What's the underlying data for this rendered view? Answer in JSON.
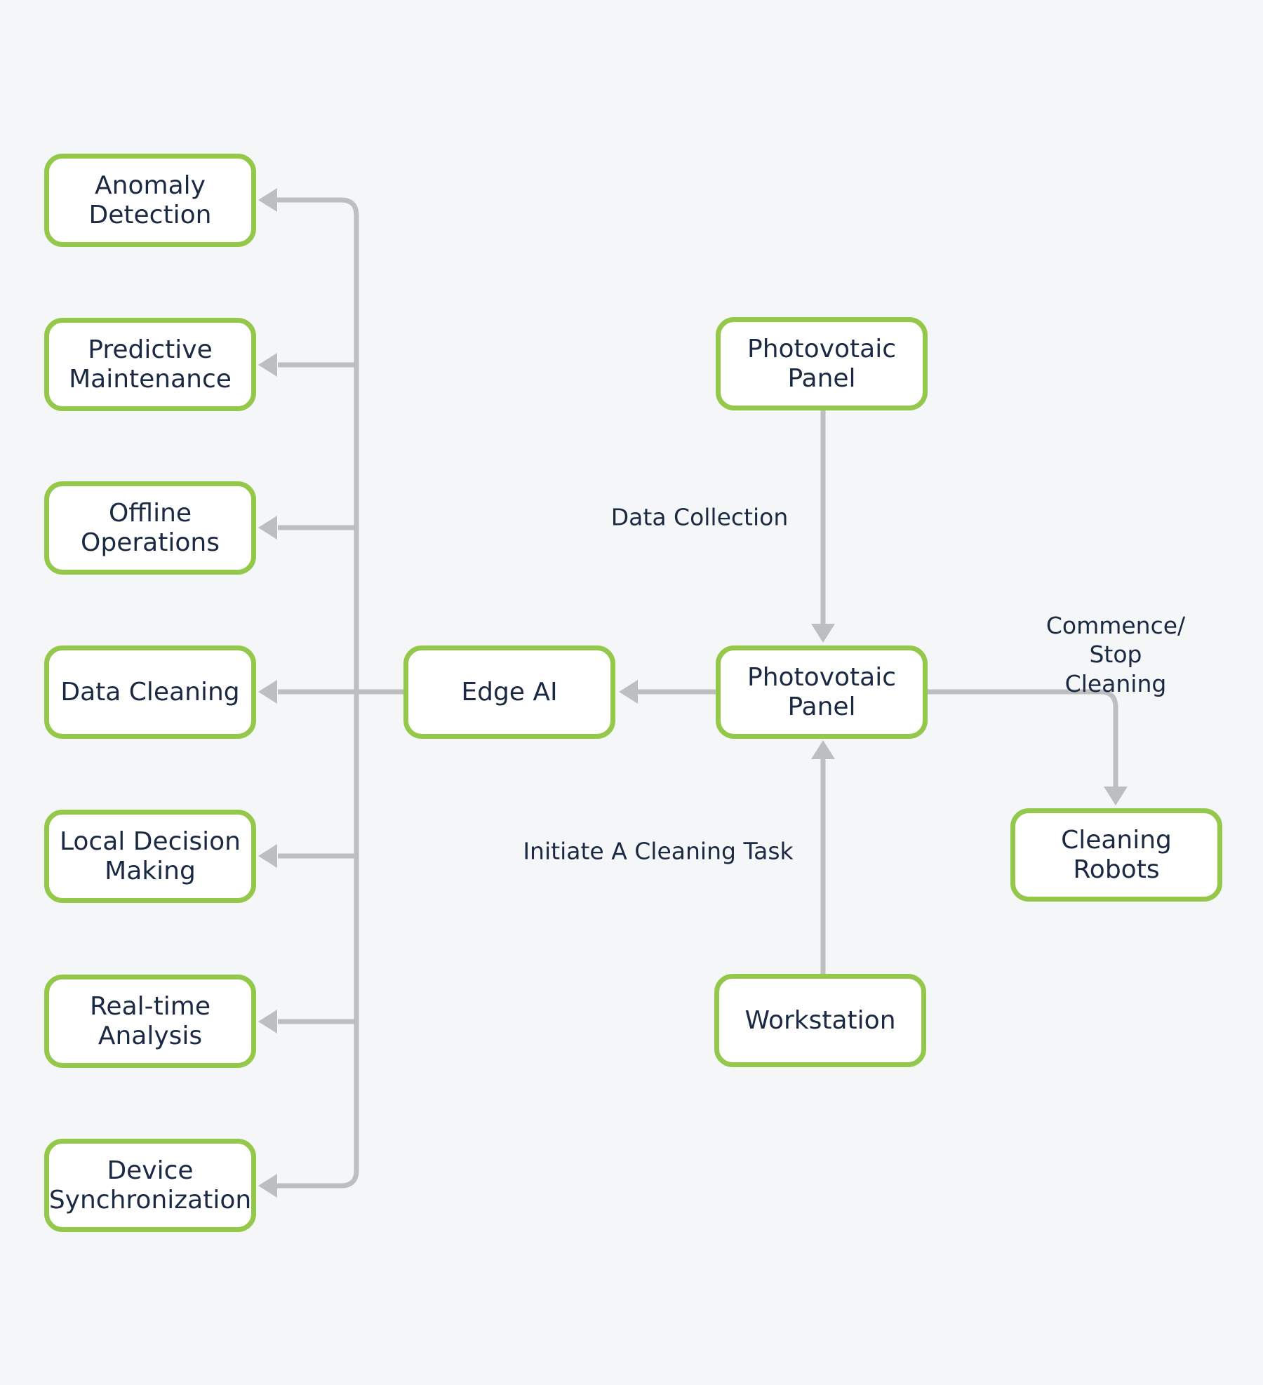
{
  "diagram": {
    "colors": {
      "background": "#f4f6f8",
      "node_border": "#94c84a",
      "node_fill": "#ffffff",
      "text": "#1b2943",
      "connector": "#bdbebf"
    },
    "nodes": {
      "anomaly_detection": "Anomaly\nDetection",
      "predictive_maintenance": "Predictive\nMaintenance",
      "offline_operations": "Offline\nOperations",
      "data_cleaning": "Data Cleaning",
      "local_decision_making": "Local Decision\nMaking",
      "real_time_analysis": "Real-time\nAnalysis",
      "device_synchronization": "Device\nSynchronization",
      "edge_ai": "Edge AI",
      "photovotaic_panel_top": "Photovotaic\nPanel",
      "photovotaic_panel_middle": "Photovotaic\nPanel",
      "workstation": "Workstation",
      "cleaning_robots": "Cleaning\nRobots"
    },
    "edge_labels": {
      "data_collection": "Data Collection",
      "initiate_cleaning_task": "Initiate A Cleaning Task",
      "commence_stop_cleaning": "Commence/\nStop Cleaning"
    }
  }
}
